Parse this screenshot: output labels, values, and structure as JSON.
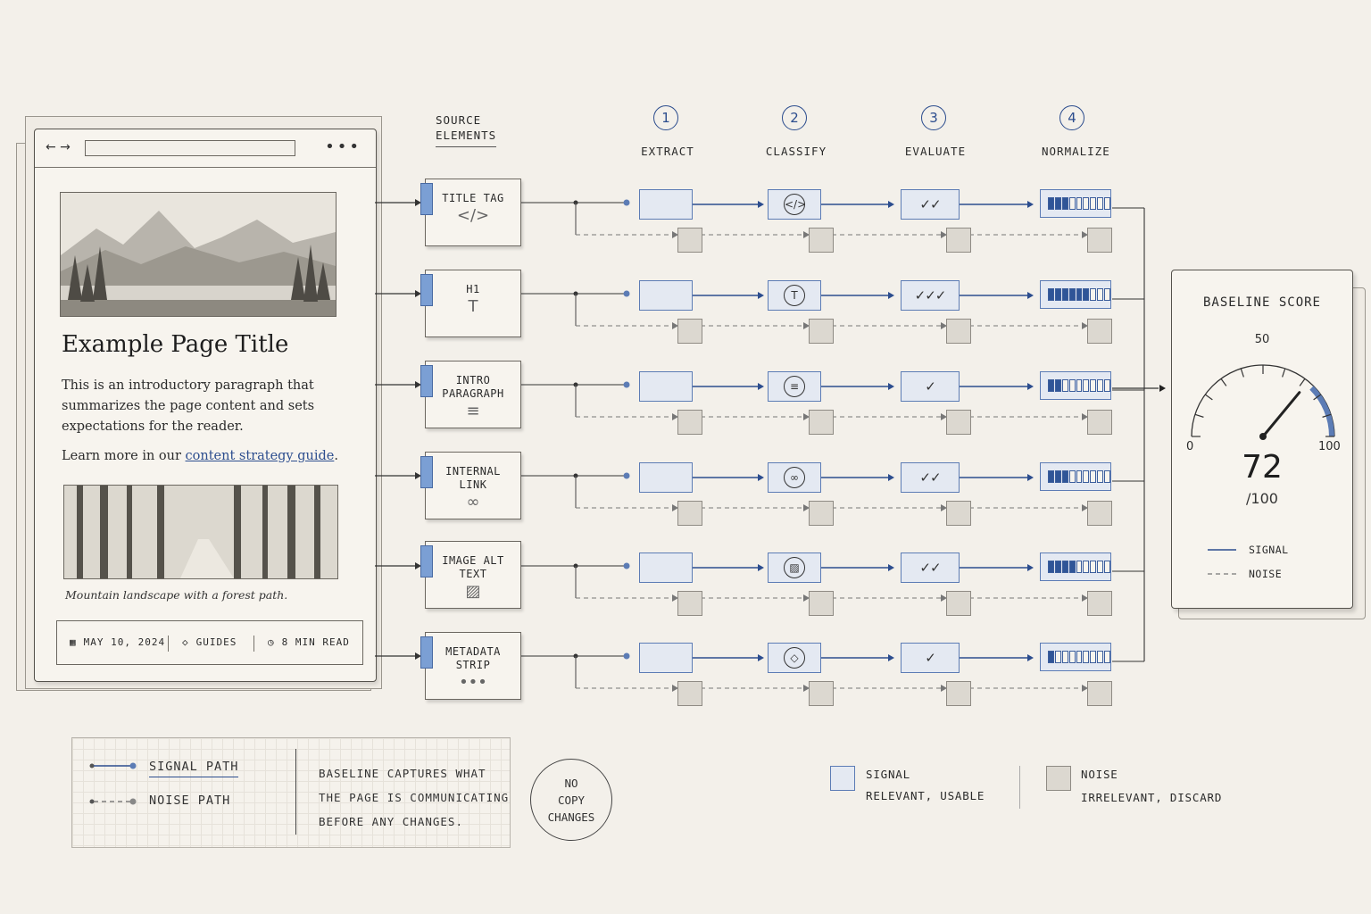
{
  "browser": {
    "back_icon": "arrow-left-icon",
    "forward_icon": "arrow-right-icon",
    "menu_dots": "•••",
    "page_title": "Example Page Title",
    "intro": "This is an introductory paragraph that summarizes the page content and sets expectations for the reader.",
    "learn_prefix": "Learn more in our ",
    "learn_link": "content strategy guide",
    "learn_suffix": ".",
    "image_caption": "Mountain landscape with a forest path.",
    "meta": {
      "date": "MAY 10, 2024",
      "category": "GUIDES",
      "read_time": "8 MIN READ"
    }
  },
  "source_heading": {
    "line1": "SOURCE",
    "line2": "ELEMENTS"
  },
  "stages": [
    {
      "num": "1",
      "label": "EXTRACT"
    },
    {
      "num": "2",
      "label": "CLASSIFY"
    },
    {
      "num": "3",
      "label": "EVALUATE"
    },
    {
      "num": "4",
      "label": "NORMALIZE"
    }
  ],
  "rows": [
    {
      "label": "TITLE TAG",
      "icon": "code-icon",
      "glyph": "</>",
      "classify_glyph": "</>",
      "checks": "✓✓",
      "normalized": 0.33
    },
    {
      "label": "H1",
      "icon": "type-icon",
      "glyph": "T",
      "classify_glyph": "T",
      "checks": "✓✓✓",
      "normalized": 0.67
    },
    {
      "label": "INTRO PARAGRAPH",
      "icon": "paragraph-icon",
      "glyph": "≡",
      "classify_glyph": "≡",
      "checks": "✓",
      "normalized": 0.22
    },
    {
      "label": "INTERNAL LINK",
      "icon": "link-icon",
      "glyph": "∞",
      "classify_glyph": "∞",
      "checks": "✓✓",
      "normalized": 0.33
    },
    {
      "label": "IMAGE ALT TEXT",
      "icon": "image-icon",
      "glyph": "▨",
      "classify_glyph": "▨",
      "checks": "✓✓",
      "normalized": 0.44
    },
    {
      "label": "METADATA STRIP",
      "icon": "dots-icon",
      "glyph": "•••",
      "classify_glyph": "◇",
      "checks": "✓",
      "normalized": 0.11
    }
  ],
  "score": {
    "title": "BASELINE SCORE",
    "value": "72",
    "max": "/100",
    "gauge_min": "0",
    "gauge_mid": "50",
    "gauge_max": "100",
    "gauge_value": 72,
    "legend_signal": "SIGNAL",
    "legend_noise": "NOISE"
  },
  "legend": {
    "signal_path": "SIGNAL PATH",
    "noise_path": "NOISE PATH",
    "note_line1": "BASELINE CAPTURES WHAT",
    "note_line2": "THE PAGE IS COMMUNICATING",
    "note_line3": "BEFORE ANY CHANGES."
  },
  "stamp": {
    "line1": "NO",
    "line2": "COPY",
    "line3": "CHANGES"
  },
  "key": {
    "signal_title": "SIGNAL",
    "signal_desc": "RELEVANT, USABLE",
    "noise_title": "NOISE",
    "noise_desc": "IRRELEVANT, DISCARD"
  },
  "colors": {
    "signal_blue": "#2c4d8e",
    "signal_fill": "#e4e9f2",
    "noise_fill": "#dcd8d0",
    "paper": "#f3f0ea"
  }
}
